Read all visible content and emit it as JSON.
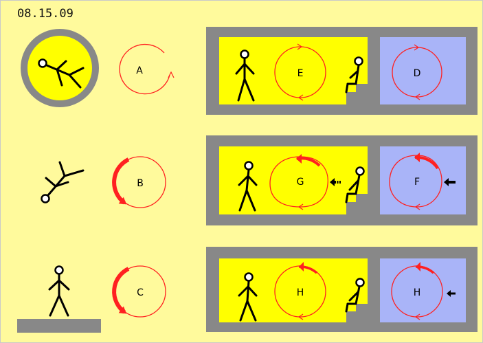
{
  "date": "08.15.09",
  "labels": {
    "a": "A",
    "b": "B",
    "c": "C",
    "d": "D",
    "e": "E",
    "f": "F",
    "g": "G",
    "h_left": "H",
    "h_right": "H"
  },
  "colors": {
    "background": "#fffa9c",
    "wall": "#888888",
    "room_yellow": "#ffff00",
    "room_blue": "#a9b4f8",
    "circle": "#ff2020",
    "figure": "#000000"
  }
}
